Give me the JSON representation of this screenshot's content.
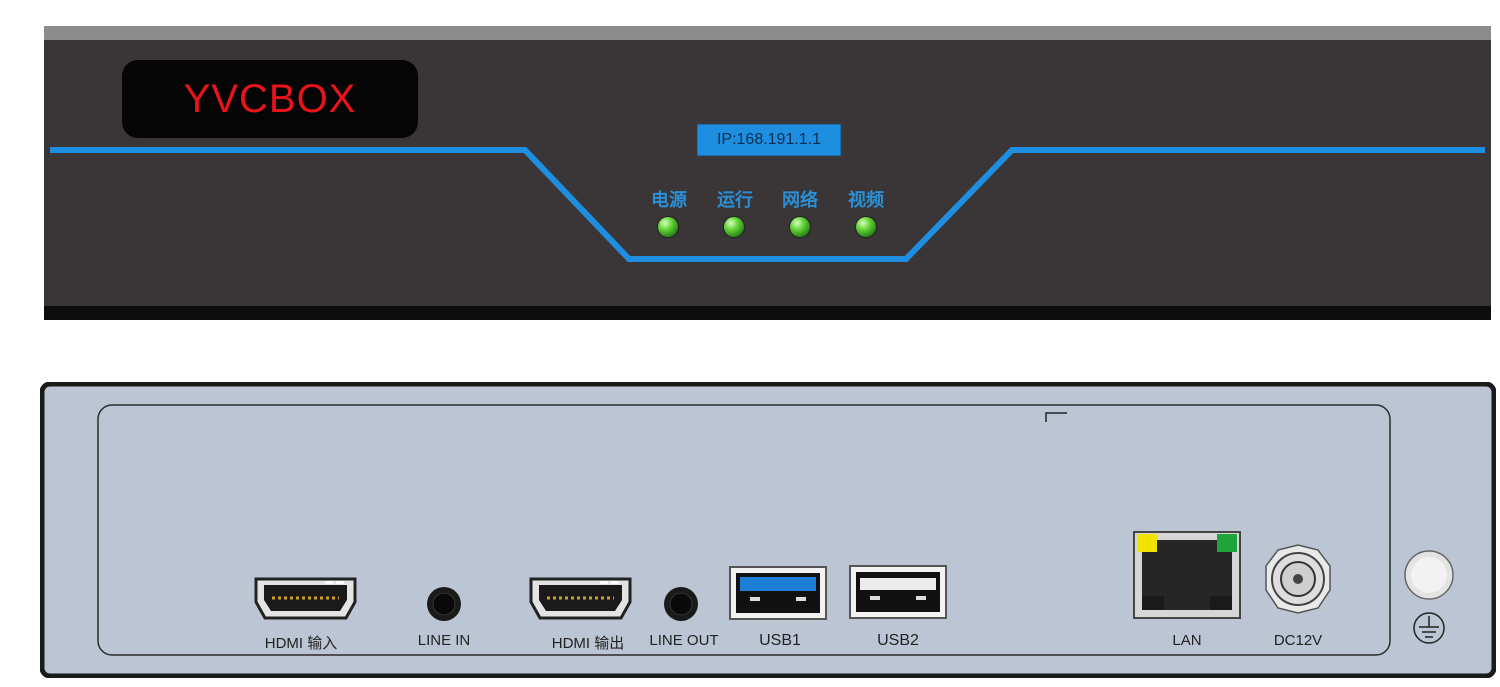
{
  "front_panel": {
    "brand": "YVCBOX",
    "ip_display": "IP:168.191.1.1",
    "indicators": [
      {
        "label": "电源"
      },
      {
        "label": "运行"
      },
      {
        "label": "网络"
      },
      {
        "label": "视频"
      }
    ],
    "colors": {
      "body": "#3a3637",
      "accent_line": "#1e8ee0",
      "brand_text": "#e8141a",
      "led": "#66d43a"
    }
  },
  "rear_panel": {
    "ports": [
      {
        "label": "HDMI 输入",
        "icon": "hdmi-port-icon"
      },
      {
        "label": "LINE IN",
        "icon": "audio-jack-icon"
      },
      {
        "label": "HDMI 输出",
        "icon": "hdmi-port-icon"
      },
      {
        "label": "LINE OUT",
        "icon": "audio-jack-icon"
      },
      {
        "label": "USB1",
        "icon": "usb3-port-icon"
      },
      {
        "label": "USB2",
        "icon": "usb2-port-icon"
      },
      {
        "label": "LAN",
        "icon": "ethernet-port-icon"
      },
      {
        "label": "DC12V",
        "icon": "dc-power-jack-icon"
      }
    ],
    "ground_icon": "ground-symbol-icon",
    "colors": {
      "body": "#bcc5d3",
      "border": "#1a1a1a"
    }
  }
}
